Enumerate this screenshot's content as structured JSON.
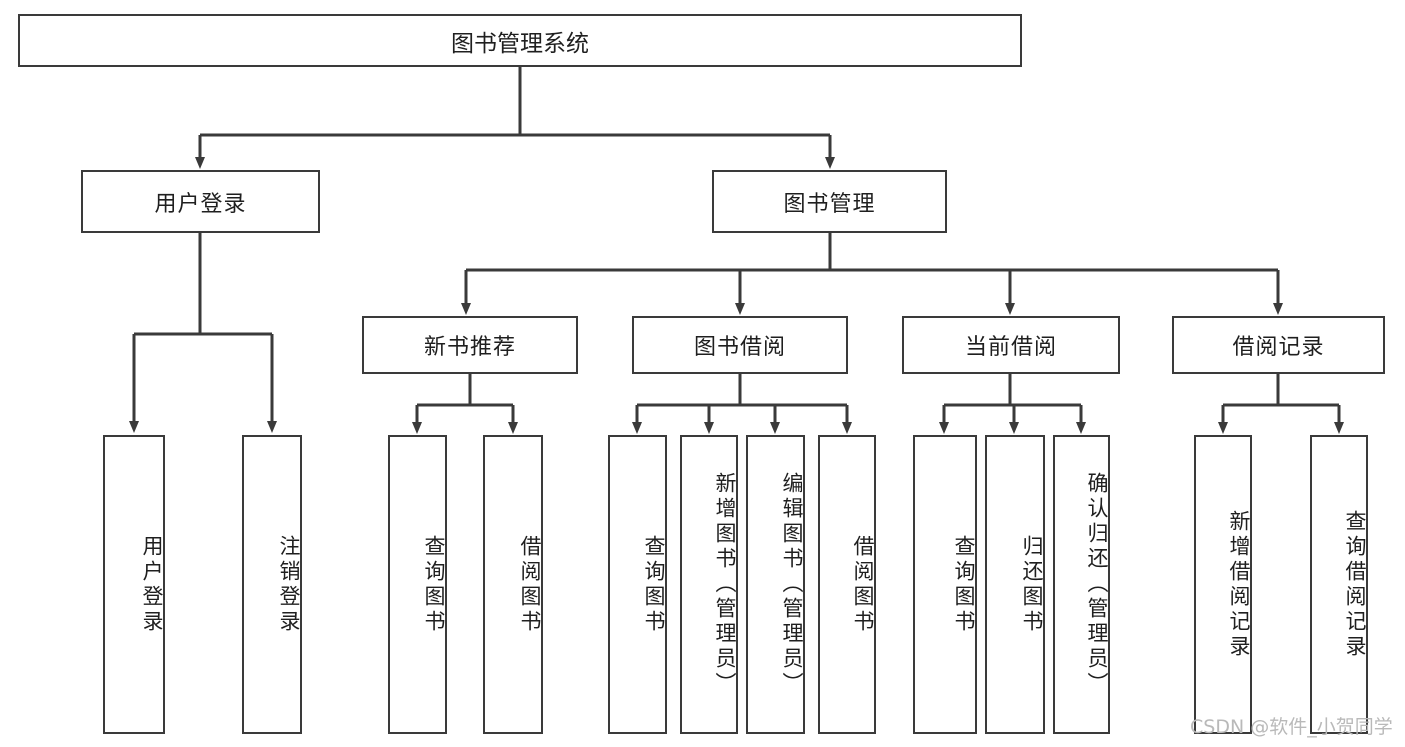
{
  "diagram": {
    "title": "图书管理系统",
    "type": "hierarchy-tree",
    "watermark": "CSDN @软件_小贺同学",
    "colors": {
      "border": "#3a3a3a",
      "background": "#ffffff",
      "text": "#1f1f1f",
      "line": "#3a3a3a",
      "watermark": "#b9b9b9"
    },
    "root": {
      "label": "图书管理系统"
    },
    "level2": [
      {
        "label": "用户登录"
      },
      {
        "label": "图书管理"
      }
    ],
    "level3": [
      {
        "label": "新书推荐"
      },
      {
        "label": "图书借阅"
      },
      {
        "label": "当前借阅"
      },
      {
        "label": "借阅记录"
      }
    ],
    "leaves": {
      "user_login": [
        {
          "label": "用户登录"
        },
        {
          "label": "注销登录"
        }
      ],
      "new_book": [
        {
          "label": "查询图书"
        },
        {
          "label": "借阅图书"
        }
      ],
      "book_borrow": [
        {
          "label": "查询图书"
        },
        {
          "label": "新增图书（管理员）"
        },
        {
          "label": "编辑图书（管理员）"
        },
        {
          "label": "借阅图书"
        }
      ],
      "current_borrow": [
        {
          "label": "查询图书"
        },
        {
          "label": "归还图书"
        },
        {
          "label": "确认归还（管理员）"
        }
      ],
      "borrow_record": [
        {
          "label": "新增借阅记录"
        },
        {
          "label": "查询借阅记录"
        }
      ]
    }
  }
}
